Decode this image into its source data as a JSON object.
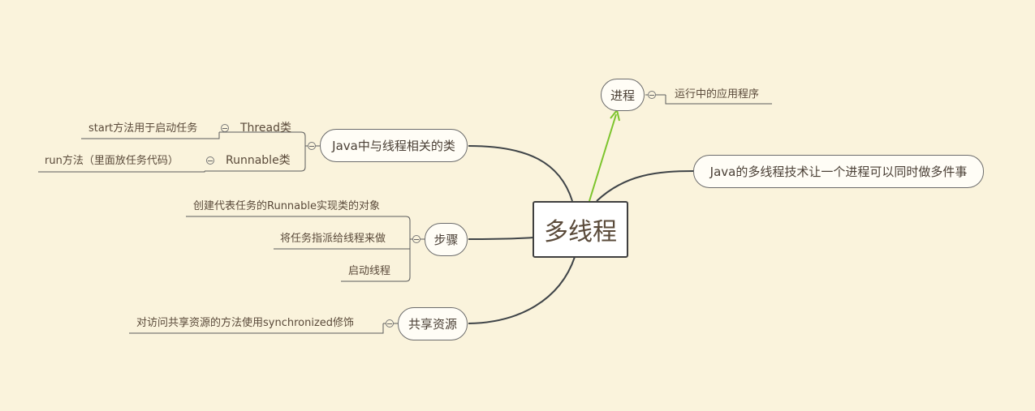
{
  "central": {
    "label": "多线程"
  },
  "topics": {
    "process": {
      "label": "进程",
      "children": [
        "运行中的应用程序"
      ]
    },
    "definition": {
      "label": "Java的多线程技术让一个进程可以同时做多件事"
    },
    "java_classes": {
      "label": "Java中与线程相关的类",
      "children": [
        {
          "label": "Thread类",
          "children": [
            "start方法用于启动任务"
          ]
        },
        {
          "label": "Runnable类",
          "children": [
            "run方法（里面放任务代码）"
          ]
        }
      ]
    },
    "steps": {
      "label": "步骤",
      "children": [
        "创建代表任务的Runnable实现类的对象",
        "将任务指派给线程来做",
        "启动线程"
      ]
    },
    "shared_resource": {
      "label": "共享资源",
      "children": [
        "对访问共享资源的方法使用synchronized修饰"
      ]
    }
  },
  "colors": {
    "background": "#faf3dc",
    "connector": "#3f4448",
    "highlight_arrow": "#7cc42c"
  }
}
